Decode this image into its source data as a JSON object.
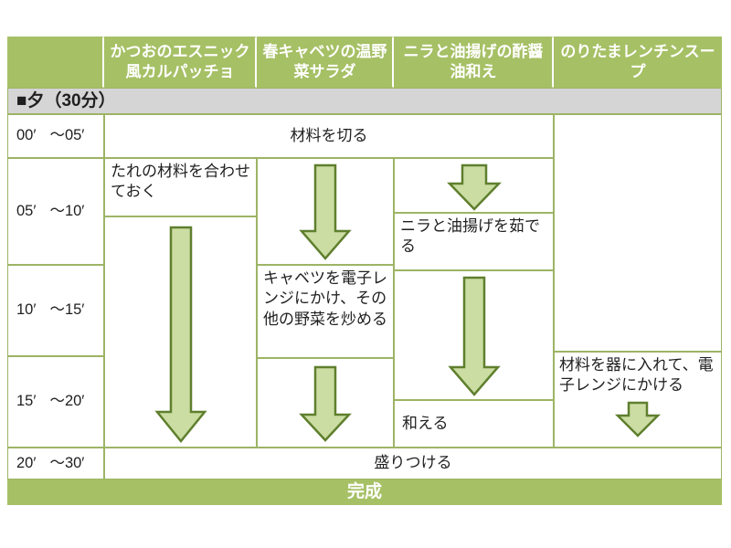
{
  "theme": {
    "header-green": "#a6c065",
    "line-green": "#9db465",
    "section-gray": "#d5d5d5",
    "arrow-fill": "#cbdda2",
    "arrow-stroke": "#5f7f2e",
    "text-color": "#1f1f1f"
  },
  "recipes": [
    "かつおのエスニック風カルパッチョ",
    "春キャベツの温野菜サラダ",
    "ニラと油揚げの酢醤油和え",
    "のりたまレンチンスープ"
  ],
  "section": {
    "label": "■夕（30分）"
  },
  "times": [
    {
      "start": "00′",
      "end": "～05′"
    },
    {
      "start": "05′",
      "end": "～10′"
    },
    {
      "start": "10′",
      "end": "～15′"
    },
    {
      "start": "15′",
      "end": "～20′"
    },
    {
      "start": "20′",
      "end": "～30′"
    }
  ],
  "tasks": {
    "cut_ingredients": "材料を切る",
    "prepare_sauce": "たれの材料を合わせておく",
    "cabbage_microwave": "キャベツを電子レンジにかけ、その他の野菜を炒める",
    "boil_nira": "ニラと油揚げを茹でる",
    "mix": "和える",
    "soup_microwave": "材料を器に入れて、電子レンジにかける",
    "plate": "盛りつける",
    "complete": "完成"
  }
}
